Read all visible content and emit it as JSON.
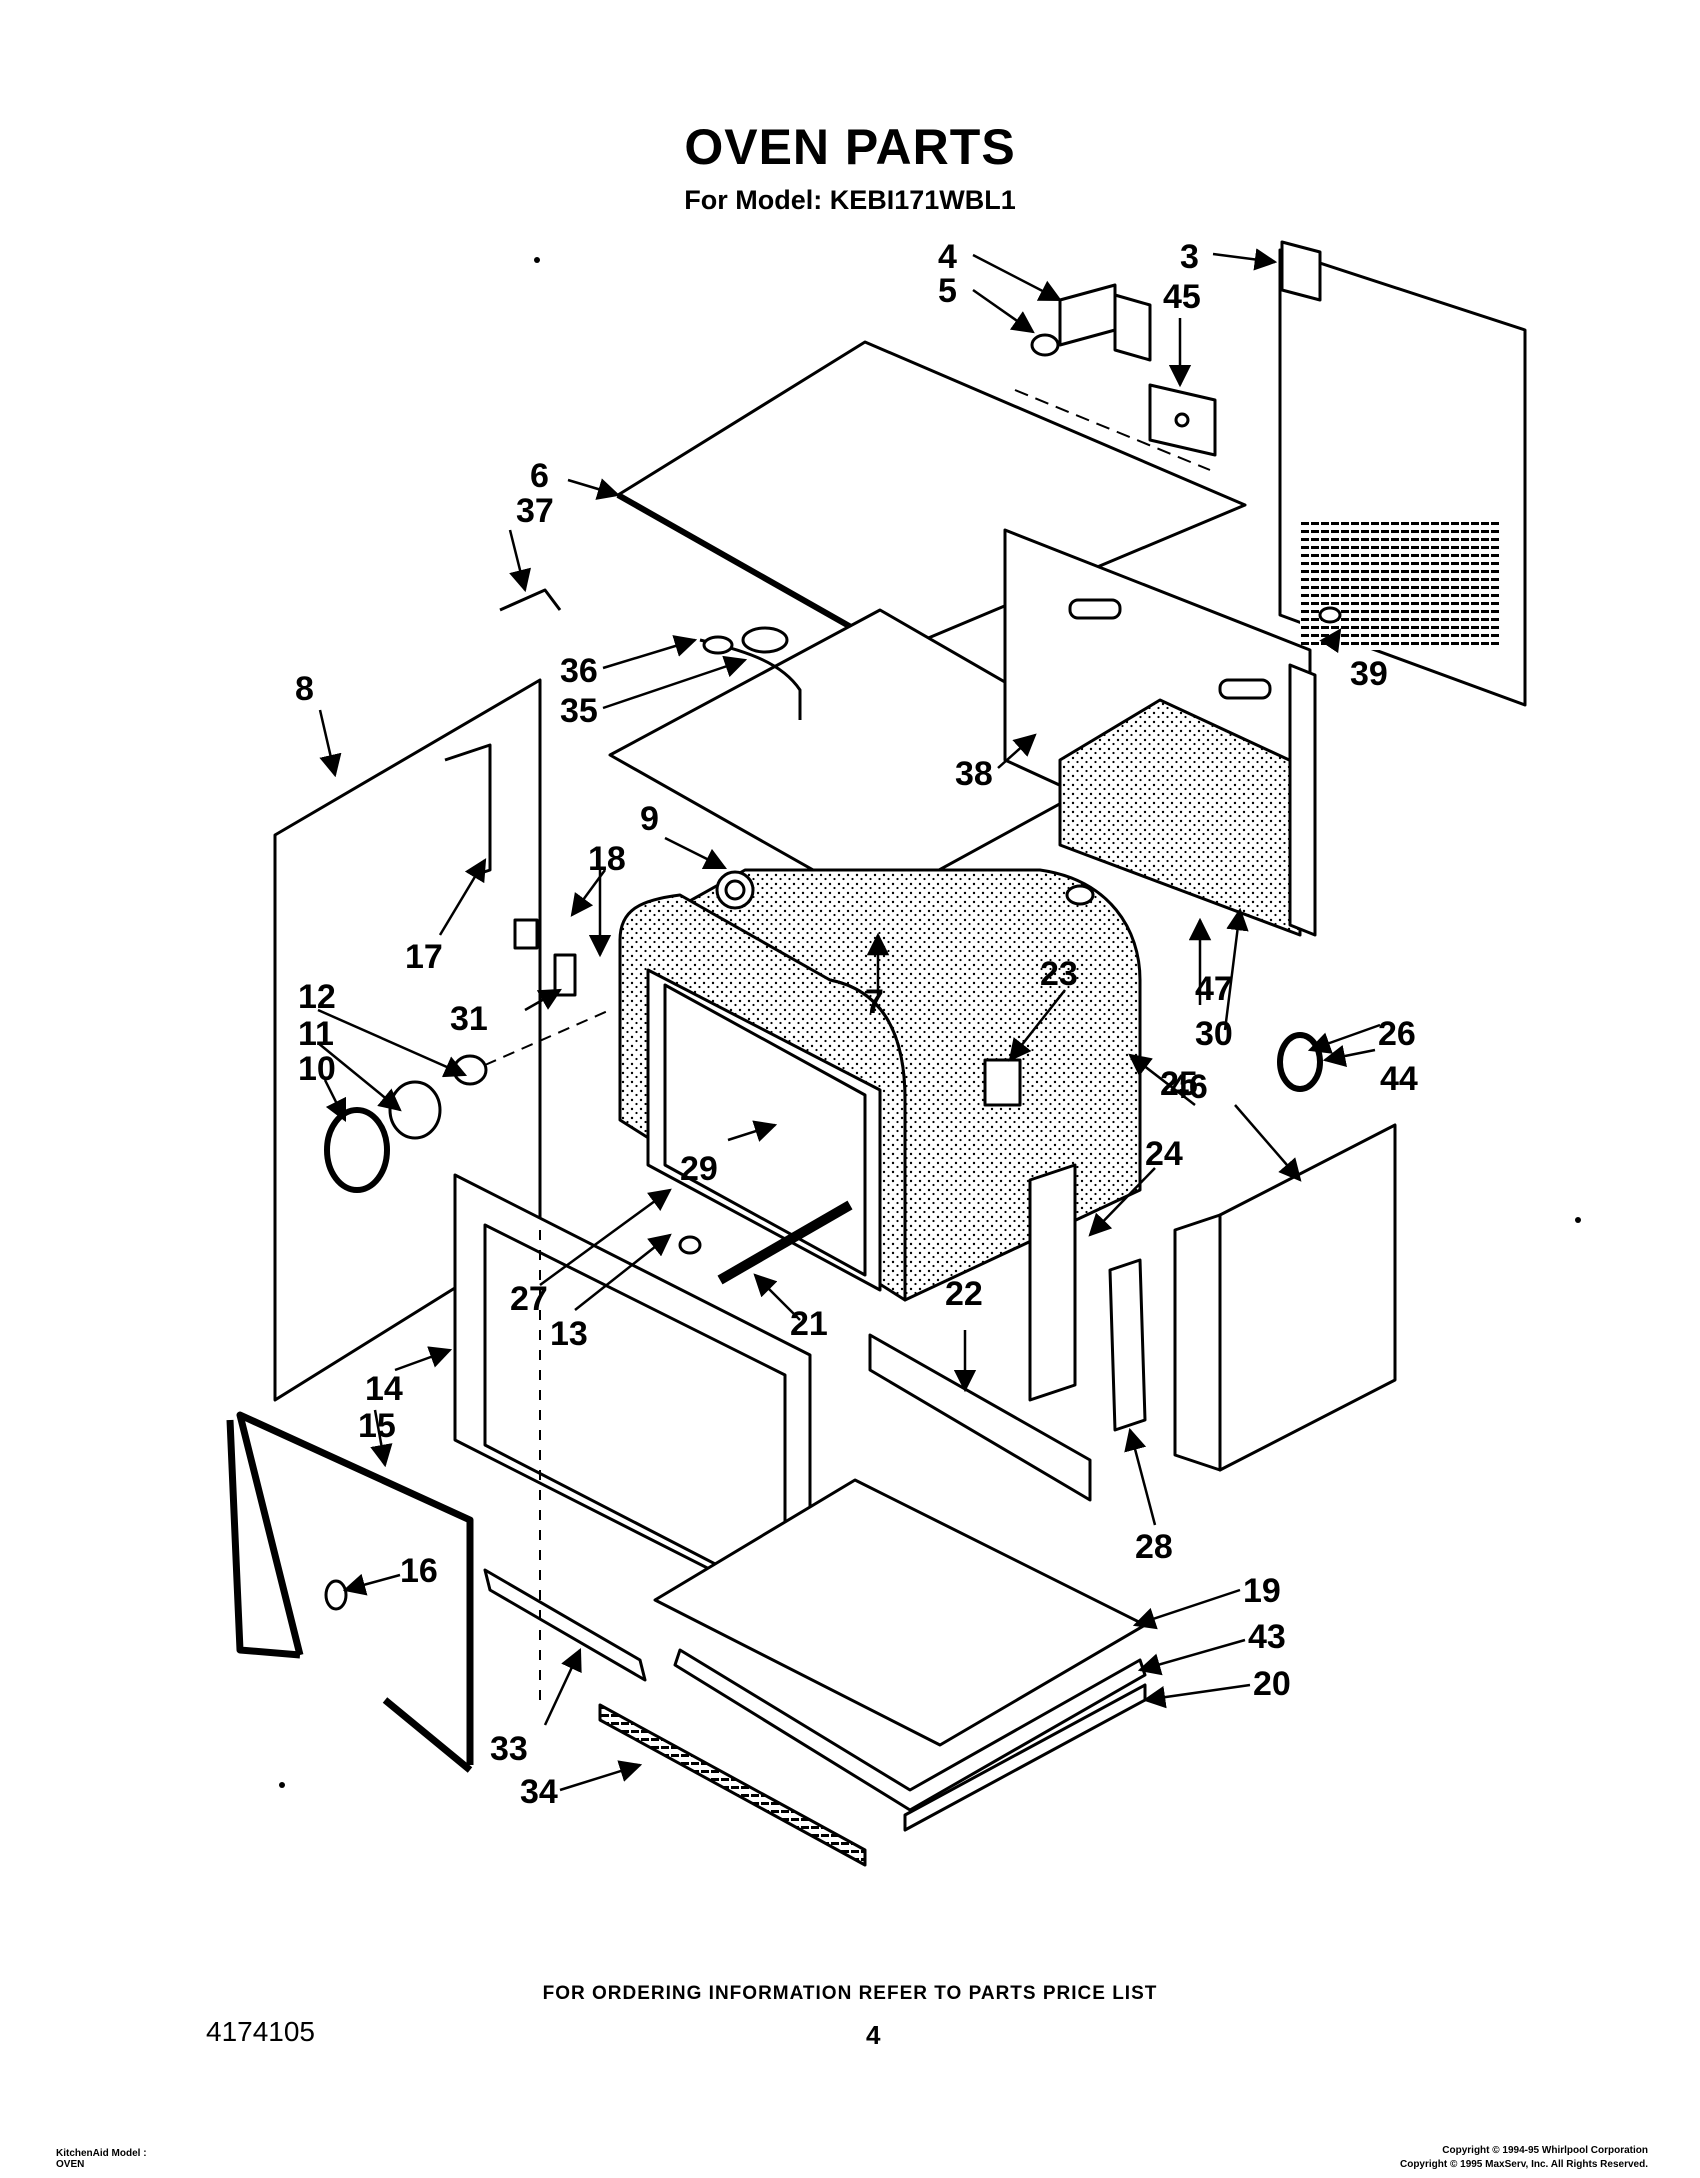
{
  "header": {
    "title": "OVEN PARTS",
    "model_line": "For Model: KEBI171WBL1"
  },
  "callouts": [
    "3",
    "4",
    "5",
    "45",
    "6",
    "37",
    "36",
    "35",
    "38",
    "39",
    "8",
    "9",
    "18",
    "17",
    "31",
    "7",
    "47",
    "30",
    "26",
    "12",
    "11",
    "10",
    "23",
    "46",
    "44",
    "25",
    "24",
    "29",
    "27",
    "13",
    "21",
    "22",
    "14",
    "15",
    "28",
    "16",
    "19",
    "43",
    "20",
    "33",
    "34"
  ],
  "footer": {
    "ordering_note": "FOR ORDERING INFORMATION REFER TO PARTS PRICE LIST",
    "part_number": "4174105",
    "page_number": "4",
    "model_label_line1": "KitchenAid Model :",
    "model_label_line2": "OVEN",
    "copyright_line1": "Copyright © 1994-95 Whirlpool Corporation",
    "copyright_line2": "Copyright © 1995 MaxServ, Inc.  All Rights Reserved."
  },
  "colors": {
    "ink": "#000000",
    "paper": "#ffffff",
    "insulation": "#ffffff"
  }
}
